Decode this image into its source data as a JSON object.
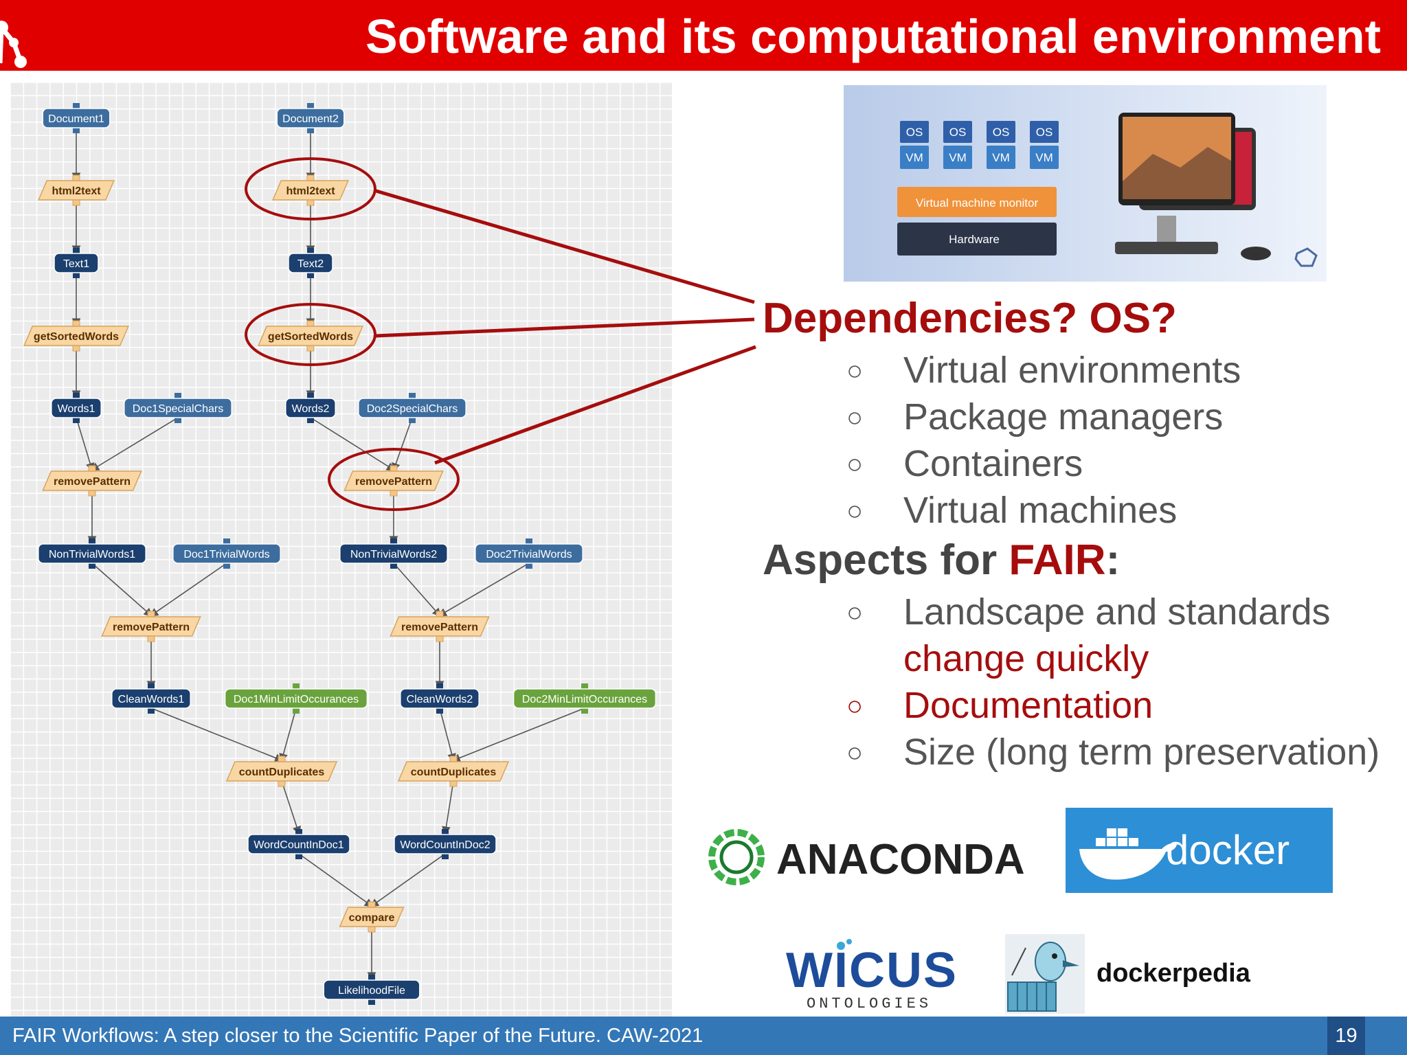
{
  "slide": {
    "title": "Software and its computational environment",
    "footer": "FAIR Workflows: A step closer to the Scientific Paper of the Future. CAW-2021",
    "page_number": "19"
  },
  "workflow": {
    "nodes": [
      {
        "id": "Document1",
        "label": "Document1",
        "kind": "data"
      },
      {
        "id": "Document2",
        "label": "Document2",
        "kind": "data"
      },
      {
        "id": "h2t1",
        "label": "html2text",
        "kind": "process"
      },
      {
        "id": "h2t2",
        "label": "html2text",
        "kind": "process"
      },
      {
        "id": "Text1",
        "label": "Text1",
        "kind": "data-dark"
      },
      {
        "id": "Text2",
        "label": "Text2",
        "kind": "data-dark"
      },
      {
        "id": "gsw1",
        "label": "getSortedWords",
        "kind": "process"
      },
      {
        "id": "gsw2",
        "label": "getSortedWords",
        "kind": "process"
      },
      {
        "id": "Words1",
        "label": "Words1",
        "kind": "data-dark"
      },
      {
        "id": "D1SC",
        "label": "Doc1SpecialChars",
        "kind": "data"
      },
      {
        "id": "Words2",
        "label": "Words2",
        "kind": "data-dark"
      },
      {
        "id": "D2SC",
        "label": "Doc2SpecialChars",
        "kind": "data"
      },
      {
        "id": "rp1",
        "label": "removePattern",
        "kind": "process"
      },
      {
        "id": "rp2",
        "label": "removePattern",
        "kind": "process"
      },
      {
        "id": "NTW1",
        "label": "NonTrivialWords1",
        "kind": "data-dark"
      },
      {
        "id": "D1TW",
        "label": "Doc1TrivialWords",
        "kind": "data"
      },
      {
        "id": "NTW2",
        "label": "NonTrivialWords2",
        "kind": "data-dark"
      },
      {
        "id": "D2TW",
        "label": "Doc2TrivialWords",
        "kind": "data"
      },
      {
        "id": "rp3",
        "label": "removePattern",
        "kind": "process"
      },
      {
        "id": "rp4",
        "label": "removePattern",
        "kind": "process"
      },
      {
        "id": "CW1",
        "label": "CleanWords1",
        "kind": "data-dark"
      },
      {
        "id": "D1ML",
        "label": "Doc1MinLimitOccurances",
        "kind": "param"
      },
      {
        "id": "CW2",
        "label": "CleanWords2",
        "kind": "data-dark"
      },
      {
        "id": "D2ML",
        "label": "Doc2MinLimitOccurances",
        "kind": "param"
      },
      {
        "id": "cd1",
        "label": "countDuplicates",
        "kind": "process"
      },
      {
        "id": "cd2",
        "label": "countDuplicates",
        "kind": "process"
      },
      {
        "id": "WC1",
        "label": "WordCountInDoc1",
        "kind": "data-dark"
      },
      {
        "id": "WC2",
        "label": "WordCountInDoc2",
        "kind": "data-dark"
      },
      {
        "id": "cmp",
        "label": "compare",
        "kind": "process"
      },
      {
        "id": "LF",
        "label": "LikelihoodFile",
        "kind": "data-dark"
      }
    ],
    "edges": [
      [
        "Document1",
        "h2t1"
      ],
      [
        "h2t1",
        "Text1"
      ],
      [
        "Text1",
        "gsw1"
      ],
      [
        "gsw1",
        "Words1"
      ],
      [
        "Words1",
        "rp1"
      ],
      [
        "D1SC",
        "rp1"
      ],
      [
        "rp1",
        "NTW1"
      ],
      [
        "NTW1",
        "rp3"
      ],
      [
        "D1TW",
        "rp3"
      ],
      [
        "rp3",
        "CW1"
      ],
      [
        "CW1",
        "cd1"
      ],
      [
        "D1ML",
        "cd1"
      ],
      [
        "cd1",
        "WC1"
      ],
      [
        "Document2",
        "h2t2"
      ],
      [
        "h2t2",
        "Text2"
      ],
      [
        "Text2",
        "gsw2"
      ],
      [
        "gsw2",
        "Words2"
      ],
      [
        "Words2",
        "rp2"
      ],
      [
        "D2SC",
        "rp2"
      ],
      [
        "rp2",
        "NTW2"
      ],
      [
        "NTW2",
        "rp4"
      ],
      [
        "D2TW",
        "rp4"
      ],
      [
        "rp4",
        "CW2"
      ],
      [
        "CW2",
        "cd2"
      ],
      [
        "D2ML",
        "cd2"
      ],
      [
        "cd2",
        "WC2"
      ],
      [
        "WC1",
        "cmp"
      ],
      [
        "WC2",
        "cmp"
      ],
      [
        "cmp",
        "LF"
      ]
    ],
    "highlighted": [
      "h2t2",
      "gsw2",
      "rp2"
    ]
  },
  "vm_diagram": {
    "os_label": "OS",
    "vm_label": "VM",
    "monitor_label": "Virtual machine monitor",
    "hardware_label": "Hardware"
  },
  "content": {
    "heading1": "Dependencies? OS?",
    "list1": [
      "Virtual environments",
      "Package managers",
      "Containers",
      "Virtual machines"
    ],
    "heading2_prefix": "Aspects for ",
    "heading2_highlight": "FAIR",
    "heading2_suffix": ":",
    "list2_item1_line1": "Landscape and standards",
    "list2_item1_line2": "change quickly",
    "list2_item2": "Documentation",
    "list2_item3": "Size (long term preservation)",
    "bullet_mark": "○"
  },
  "logos": {
    "anaconda": "ANACONDA",
    "docker": "docker",
    "wicus": "WICUS",
    "wicus_sub": "ONTOLOGIES",
    "dockerpedia": "dockerpedia"
  },
  "colors": {
    "header_red": "#e10000",
    "accent_red": "#a50d0d",
    "footer_blue": "#3477b6",
    "node_data": "#3d6d9e",
    "node_data_dark": "#1b3f6e",
    "node_process": "#f8d7a4",
    "node_param": "#6aa33d"
  }
}
